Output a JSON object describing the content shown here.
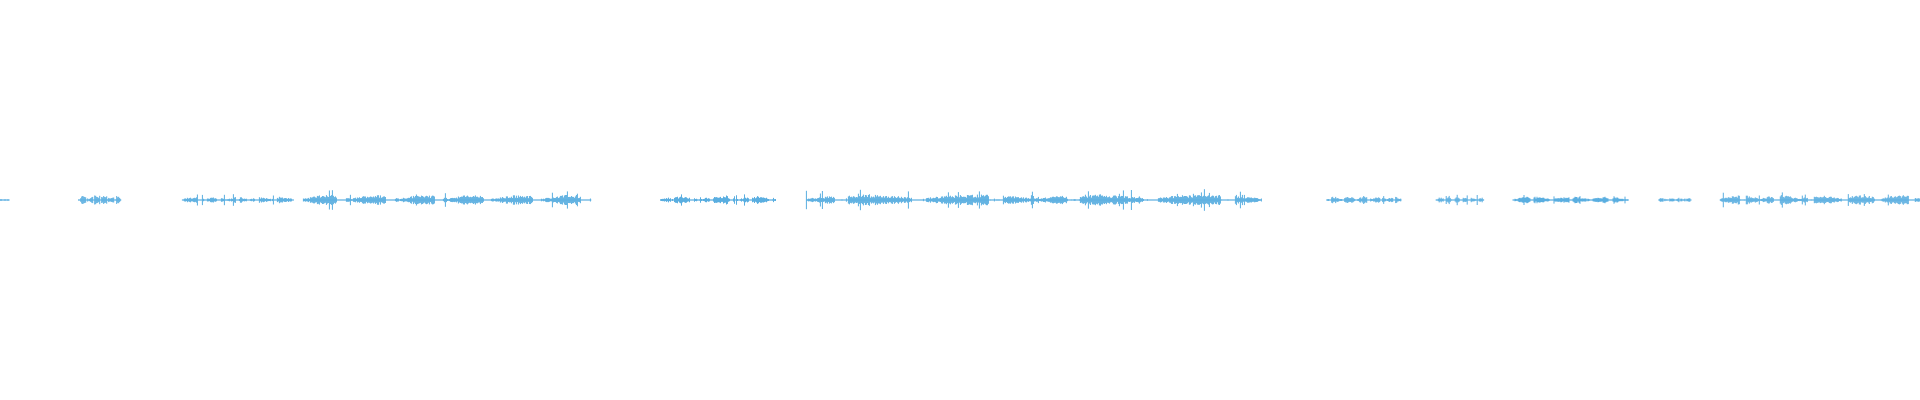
{
  "waveform": {
    "color": "#5aaee0",
    "background": "#ffffff",
    "duration_fraction_segments": [
      [
        0.0,
        0.005,
        0.12
      ],
      [
        0.041,
        0.063,
        0.55
      ],
      [
        0.095,
        0.153,
        0.35
      ],
      [
        0.158,
        0.308,
        0.6
      ],
      [
        0.344,
        0.404,
        0.4
      ],
      [
        0.42,
        0.657,
        0.65
      ],
      [
        0.691,
        0.73,
        0.4
      ],
      [
        0.748,
        0.773,
        0.35
      ],
      [
        0.788,
        0.848,
        0.42
      ],
      [
        0.864,
        0.881,
        0.3
      ],
      [
        0.896,
        1.0,
        0.58
      ]
    ]
  }
}
